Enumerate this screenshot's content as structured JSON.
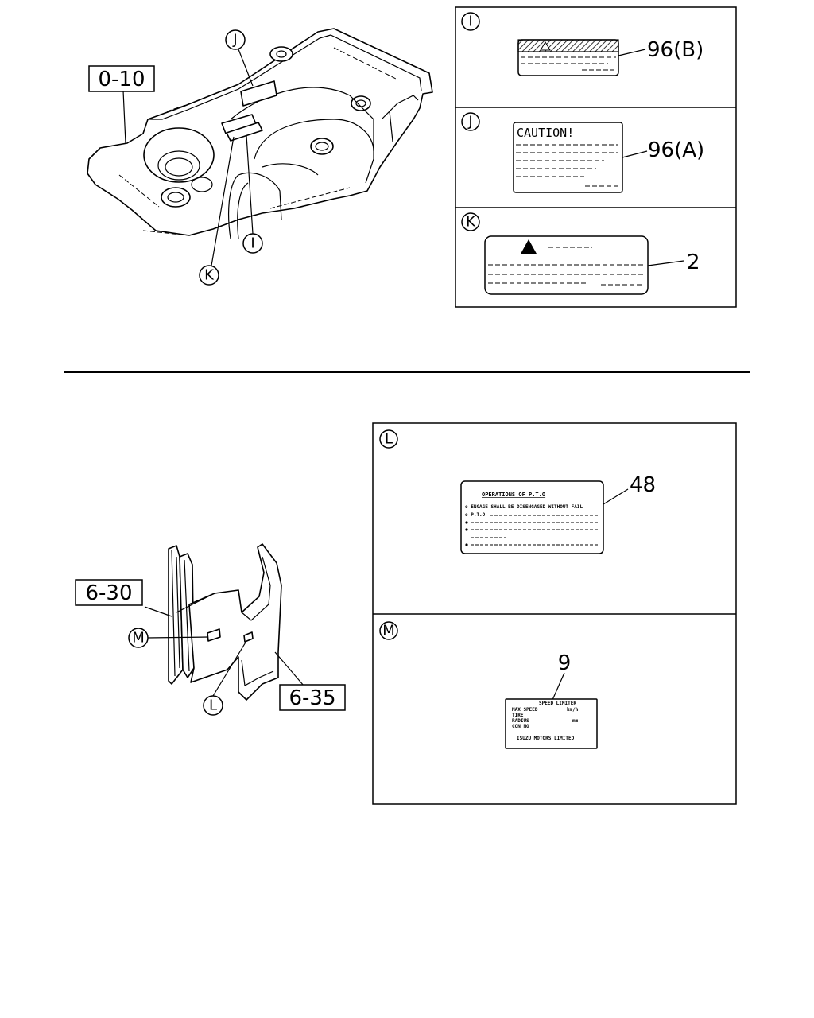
{
  "refs": {
    "top_frame": "0-10",
    "bottom_frame_a": "6-30",
    "bottom_frame_b": "6-35"
  },
  "callouts": {
    "I": "I",
    "J": "J",
    "K": "K",
    "L": "L",
    "M": "M"
  },
  "panels": {
    "I": {
      "letter": "I",
      "part_no": "96(B)"
    },
    "J": {
      "letter": "J",
      "part_no": "96(A)",
      "label_heading": "CAUTION!"
    },
    "K": {
      "letter": "K",
      "part_no": "2"
    },
    "L": {
      "letter": "L",
      "part_no": "48",
      "label_heading": "OPERATIONS OF P.T.O",
      "label_line1": "o ENGAGE SHALL BE DISENGAGED WITHOUT FAIL",
      "label_line2": "o P.T.O"
    },
    "M": {
      "letter": "M",
      "part_no": "9",
      "label_line1": "SPEED LIMITER",
      "label_line2": "MAX SPEED",
      "label_line2_unit": "km/h",
      "label_line3": "TIRE",
      "label_line4": "RADIUS",
      "label_line4_unit": "mm",
      "label_line5": "CON NO",
      "label_line6": "ISUZU MOTORS LIMITED"
    }
  },
  "colors": {
    "line": "#000000",
    "background": "#ffffff"
  }
}
